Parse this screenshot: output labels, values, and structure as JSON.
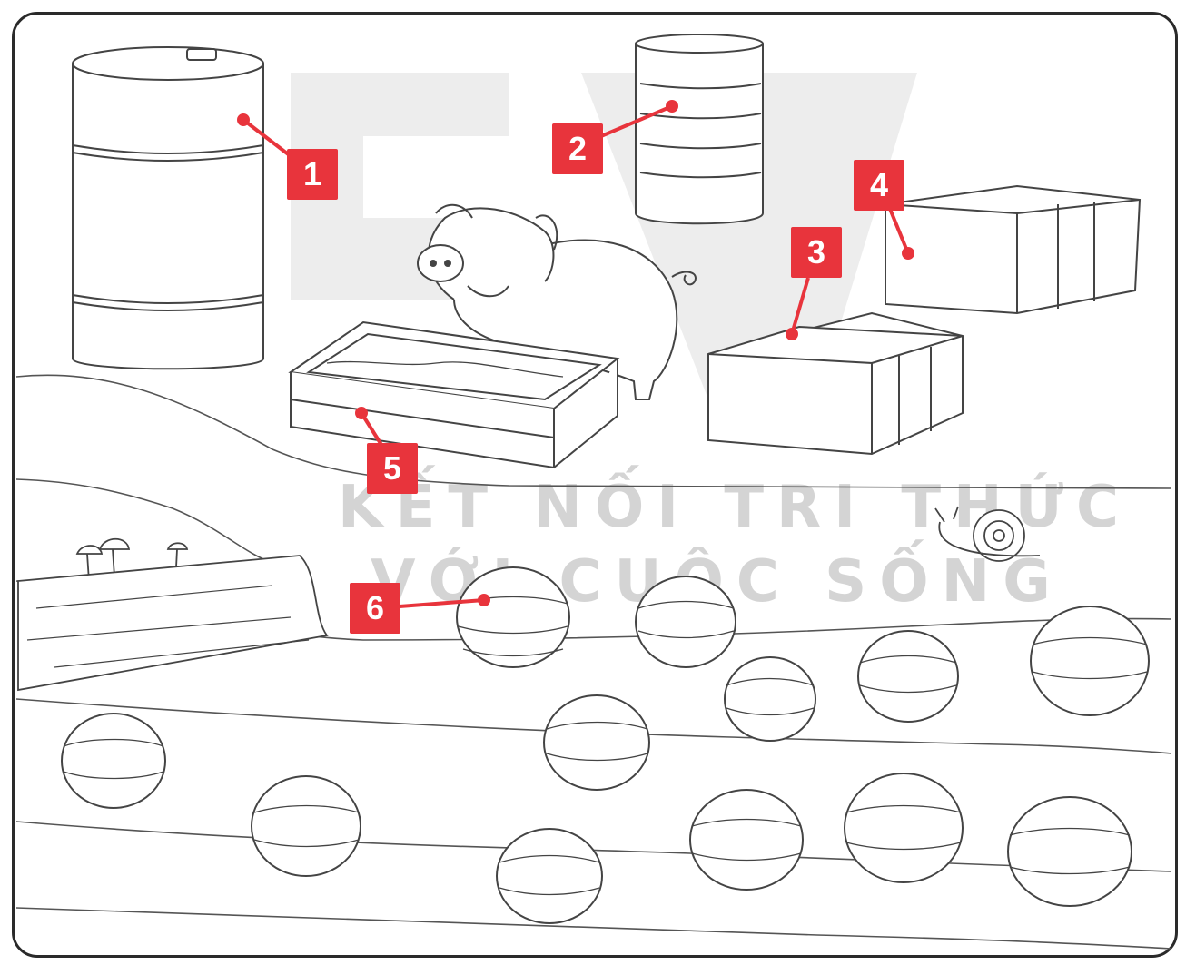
{
  "watermark": {
    "line1": "KẾT NỐI TRI THỨC",
    "line2": "VỚI CUỘC SỐNG"
  },
  "callouts": [
    {
      "number": "1",
      "target": "metal-barrel"
    },
    {
      "number": "2",
      "target": "tin-can"
    },
    {
      "number": "3",
      "target": "hay-bale-front"
    },
    {
      "number": "4",
      "target": "hay-bale-back"
    },
    {
      "number": "5",
      "target": "feeding-trough"
    },
    {
      "number": "6",
      "target": "melon"
    }
  ],
  "colors": {
    "callout": "#e8343c",
    "line": "#555555",
    "frame": "#2a2a2a",
    "watermark": "#d9d9d9"
  }
}
